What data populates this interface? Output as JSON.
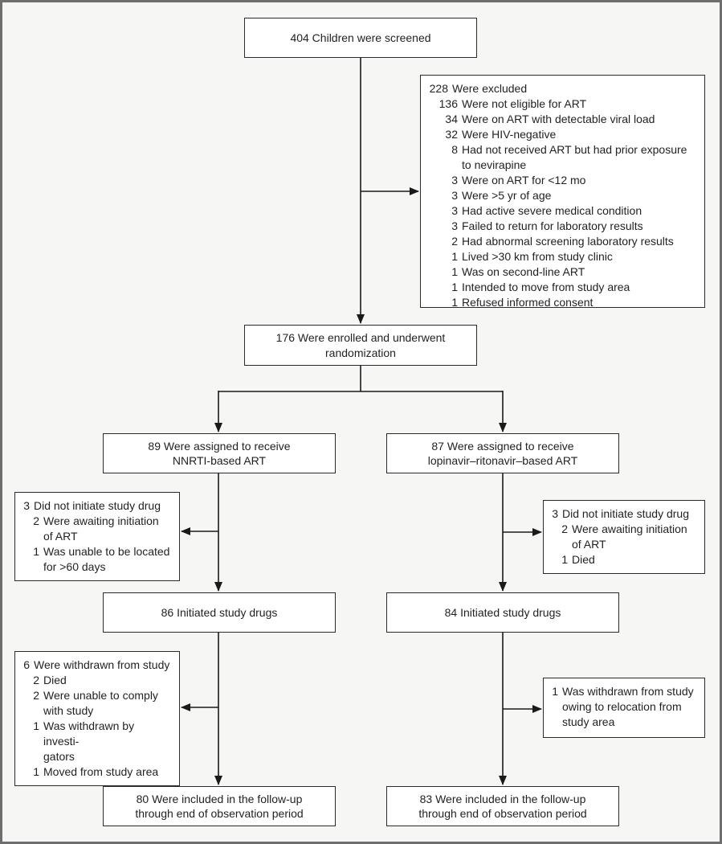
{
  "colors": {
    "canvas_bg": "#f6f6f4",
    "canvas_border": "#6e6e6e",
    "box_bg": "#ffffff",
    "box_border": "#2b2b2b",
    "text": "#231f20",
    "line": "#1a1a1a"
  },
  "boxes": {
    "screened": {
      "text": "404 Children were screened"
    },
    "excluded": {
      "items": [
        {
          "n": "228",
          "t": "Were excluded",
          "lvl": 0
        },
        {
          "n": "136",
          "t": "Were not eligible for ART",
          "lvl": 1
        },
        {
          "n": "34",
          "t": "Were on ART with detectable viral load",
          "lvl": 1
        },
        {
          "n": "32",
          "t": "Were HIV-negative",
          "lvl": 1
        },
        {
          "n": "8",
          "t": "Had not received ART but had prior exposure\nto nevirapine",
          "lvl": 1
        },
        {
          "n": "3",
          "t": "Were on ART for <12 mo",
          "lvl": 1
        },
        {
          "n": "3",
          "t": "Were >5 yr of age",
          "lvl": 1
        },
        {
          "n": "3",
          "t": "Had active severe medical condition",
          "lvl": 1
        },
        {
          "n": "3",
          "t": "Failed to return for laboratory results",
          "lvl": 1
        },
        {
          "n": "2",
          "t": "Had abnormal screening laboratory results",
          "lvl": 1
        },
        {
          "n": "1",
          "t": "Lived >30 km from study clinic",
          "lvl": 1
        },
        {
          "n": "1",
          "t": "Was on second-line ART",
          "lvl": 1
        },
        {
          "n": "1",
          "t": "Intended to move from study area",
          "lvl": 1
        },
        {
          "n": "1",
          "t": "Refused informed consent",
          "lvl": 1
        }
      ]
    },
    "enrolled": {
      "text": "176 Were enrolled and underwent\nrandomization"
    },
    "assigned_nnrti": {
      "text": "89 Were assigned to receive\nNNRTI-based ART"
    },
    "assigned_lpv": {
      "text": "87 Were assigned to receive\nlopinavir–ritonavir–based ART"
    },
    "not_initiated_nnrti": {
      "items": [
        {
          "n": "3",
          "t": "Did not initiate study drug",
          "lvl": 0
        },
        {
          "n": "2",
          "t": "Were awaiting initiation\nof ART",
          "lvl": 1
        },
        {
          "n": "1",
          "t": "Was unable to be located\nfor >60 days",
          "lvl": 1
        }
      ]
    },
    "not_initiated_lpv": {
      "items": [
        {
          "n": "3",
          "t": "Did not initiate study drug",
          "lvl": 0
        },
        {
          "n": "2",
          "t": "Were awaiting initiation\nof ART",
          "lvl": 1
        },
        {
          "n": "1",
          "t": "Died",
          "lvl": 1
        }
      ]
    },
    "initiated_nnrti": {
      "text": "86 Initiated study drugs"
    },
    "initiated_lpv": {
      "text": "84 Initiated study drugs"
    },
    "withdrawn_nnrti": {
      "items": [
        {
          "n": "6",
          "t": "Were withdrawn from study",
          "lvl": 0
        },
        {
          "n": "2",
          "t": "Died",
          "lvl": 1
        },
        {
          "n": "2",
          "t": "Were unable to comply\nwith study",
          "lvl": 1
        },
        {
          "n": "1",
          "t": "Was withdrawn by investi-\ngators",
          "lvl": 1
        },
        {
          "n": "1",
          "t": "Moved from study area",
          "lvl": 1
        }
      ]
    },
    "withdrawn_lpv": {
      "items": [
        {
          "n": "1",
          "t": "Was withdrawn from study\nowing to relocation from\nstudy area",
          "lvl": 0
        }
      ]
    },
    "followup_nnrti": {
      "text": "80 Were included in the follow-up\nthrough end of observation period"
    },
    "followup_lpv": {
      "text": "83 Were included in the follow-up\nthrough end of observation period"
    }
  }
}
